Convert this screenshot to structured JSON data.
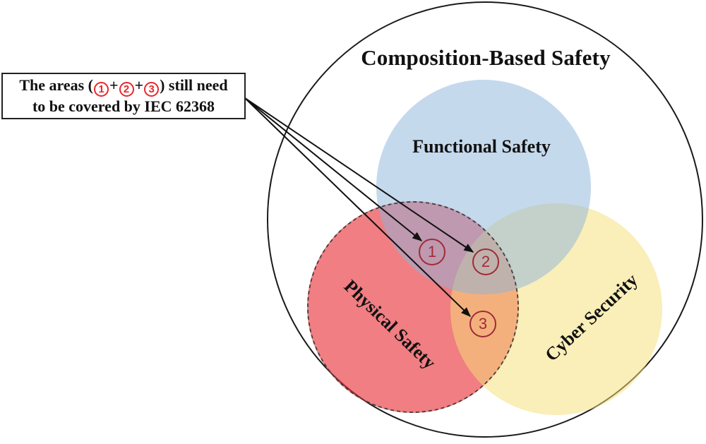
{
  "figure": {
    "title": "Composition-Based Safety",
    "callout": {
      "text_before": "The areas (",
      "number1": "1",
      "number2": "2",
      "number3": "3",
      "plus": "+",
      "text_after": ") still need",
      "line2": "to be covered by IEC 62368"
    },
    "sets": [
      {
        "name": "Functional Safety",
        "apparent_fill": "#c6d9ed"
      },
      {
        "name": "Physical Safety",
        "apparent_fill": "#ee777b"
      },
      {
        "name": "Cyber Security",
        "apparent_fill": "#faeeb9"
      }
    ],
    "markers": [
      "1",
      "2",
      "3"
    ]
  },
  "colors": {
    "callout_number_red": "#e8262a",
    "region_marker_red": "#a02b36",
    "outline_black": "#1a1a1a",
    "overlap_functional_physical": "#c495a8",
    "overlap_physical_cyber": "#f3a263",
    "overlap_functional_cyber": "#ccd7c6",
    "overlap_triple": "#bfa09f"
  }
}
